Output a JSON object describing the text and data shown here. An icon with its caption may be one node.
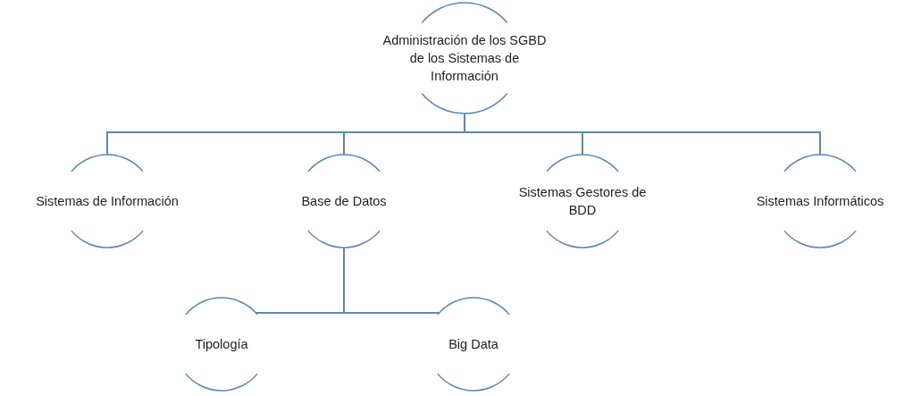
{
  "diagram": {
    "nodes": [
      {
        "text": [
          "Administración de los SGBD de los Sistemas de Información"
        ]
      },
      {
        "text": [
          "Sistemas de Información"
        ]
      },
      {
        "text": [
          "Base de Datos"
        ]
      },
      {
        "text": [
          "Sistemas Gestores de BDD"
        ]
      },
      {
        "text": [
          "Sistemas Informáticos"
        ]
      },
      {
        "text": [
          "Tipología"
        ]
      },
      {
        "text": [
          "Big Data"
        ]
      }
    ],
    "edges": [
      {
        "from": 0,
        "to": 1,
        "arrow": "none"
      },
      {
        "from": 0,
        "to": 2,
        "arrow": "none"
      },
      {
        "from": 0,
        "to": 3,
        "arrow": "none"
      },
      {
        "from": 0,
        "to": 4,
        "arrow": "none"
      },
      {
        "from": 2,
        "to": 5,
        "arrow": "none"
      },
      {
        "from": 2,
        "to": 6,
        "arrow": "none"
      }
    ]
  }
}
